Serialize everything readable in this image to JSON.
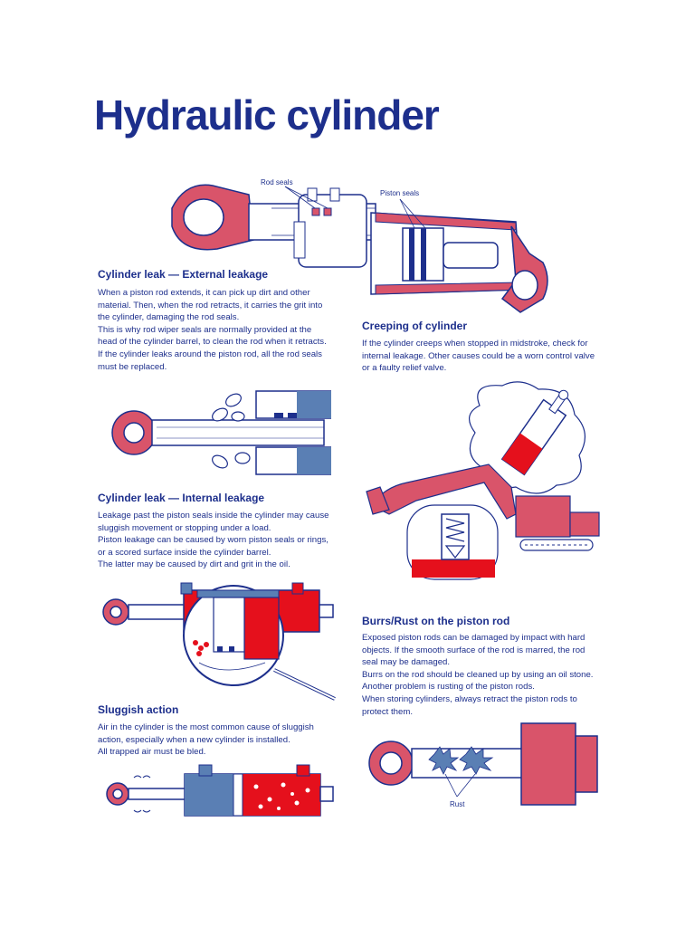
{
  "title": "Hydraulic cylinder",
  "labels": {
    "rod_seals": "Rod seals",
    "piston_seals": "Piston seals",
    "rust": "Rust"
  },
  "colors": {
    "navy": "#1d2f8c",
    "red": "#e5101c",
    "pink": "#d9546a",
    "steel_blue": "#5a7fb4"
  },
  "sections": {
    "external": {
      "heading": "Cylinder leak — External leakage",
      "lines": [
        "When a piston rod extends, it can pick up dirt and other",
        "material. Then, when the rod retracts, it carries the grit into",
        "the cylinder, damaging the rod seals.",
        "This is why rod wiper seals are normally provided at the",
        "head of the cylinder barrel, to clean the rod when it retracts.",
        "If the cylinder leaks around the piston rod, all the rod seals",
        "must be replaced."
      ]
    },
    "creeping": {
      "heading": "Creeping of cylinder",
      "lines": [
        "If the cylinder creeps when stopped in midstroke, check for",
        "internal leakage. Other causes could be a worn control valve",
        "or a faulty relief valve."
      ]
    },
    "internal": {
      "heading": "Cylinder leak — Internal leakage",
      "lines": [
        "Leakage past the piston seals inside the cylinder may cause",
        "sluggish movement or stopping under a load.",
        "Piston leakage can be caused by worn piston seals or rings,",
        "or a scored surface inside the cylinder barrel.",
        "The latter may be caused by dirt and grit in the oil."
      ]
    },
    "burrs": {
      "heading": "Burrs/Rust on the piston rod",
      "lines": [
        "Exposed piston rods can be damaged by impact with hard",
        "objects. If the smooth surface of the rod is marred, the rod",
        "seal may be damaged.",
        "Burrs on the rod should be cleaned up by using an oil stone.",
        "Another problem is rusting of the piston rods.",
        "When storing cylinders, always retract the piston rods to",
        "protect them."
      ]
    },
    "sluggish": {
      "heading": "Sluggish action",
      "lines": [
        "Air in the cylinder is the most common cause of sluggish",
        "action, especially when a new cylinder is installed.",
        "All trapped air must be bled."
      ]
    }
  }
}
